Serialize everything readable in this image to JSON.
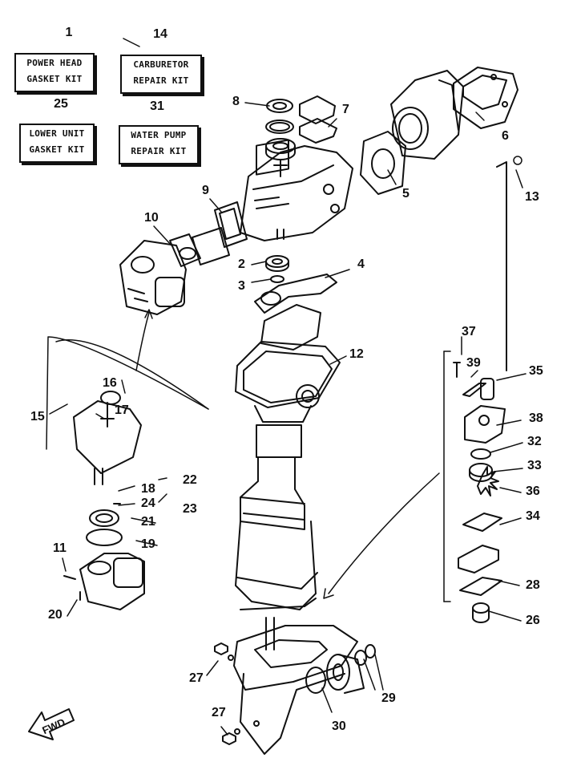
{
  "kits": [
    {
      "number": "1",
      "line1": "POWER HEAD",
      "line2": "GASKET KIT"
    },
    {
      "number": "14",
      "line1": "CARBURETOR",
      "line2": "REPAIR KIT"
    },
    {
      "number": "25",
      "line1": "LOWER UNIT",
      "line2": "GASKET KIT"
    },
    {
      "number": "31",
      "line1": "WATER PUMP",
      "line2": "REPAIR KIT"
    }
  ],
  "parts": {
    "p2": "2",
    "p3": "3",
    "p4": "4",
    "p5": "5",
    "p6": "6",
    "p7": "7",
    "p8": "8",
    "p9": "9",
    "p10": "10",
    "p11": "11",
    "p12": "12",
    "p13": "13",
    "p15": "15",
    "p16": "16",
    "p17": "17",
    "p18": "18",
    "p19": "19",
    "p20": "20",
    "p21": "21",
    "p22": "22",
    "p23": "23",
    "p24": "24",
    "p26": "26",
    "p27a": "27",
    "p27b": "27",
    "p28": "28",
    "p29": "29",
    "p30": "30",
    "p32": "32",
    "p33": "33",
    "p34": "34",
    "p35": "35",
    "p36": "36",
    "p37": "37",
    "p38": "38",
    "p39": "39"
  },
  "fwd_label": "FWD"
}
